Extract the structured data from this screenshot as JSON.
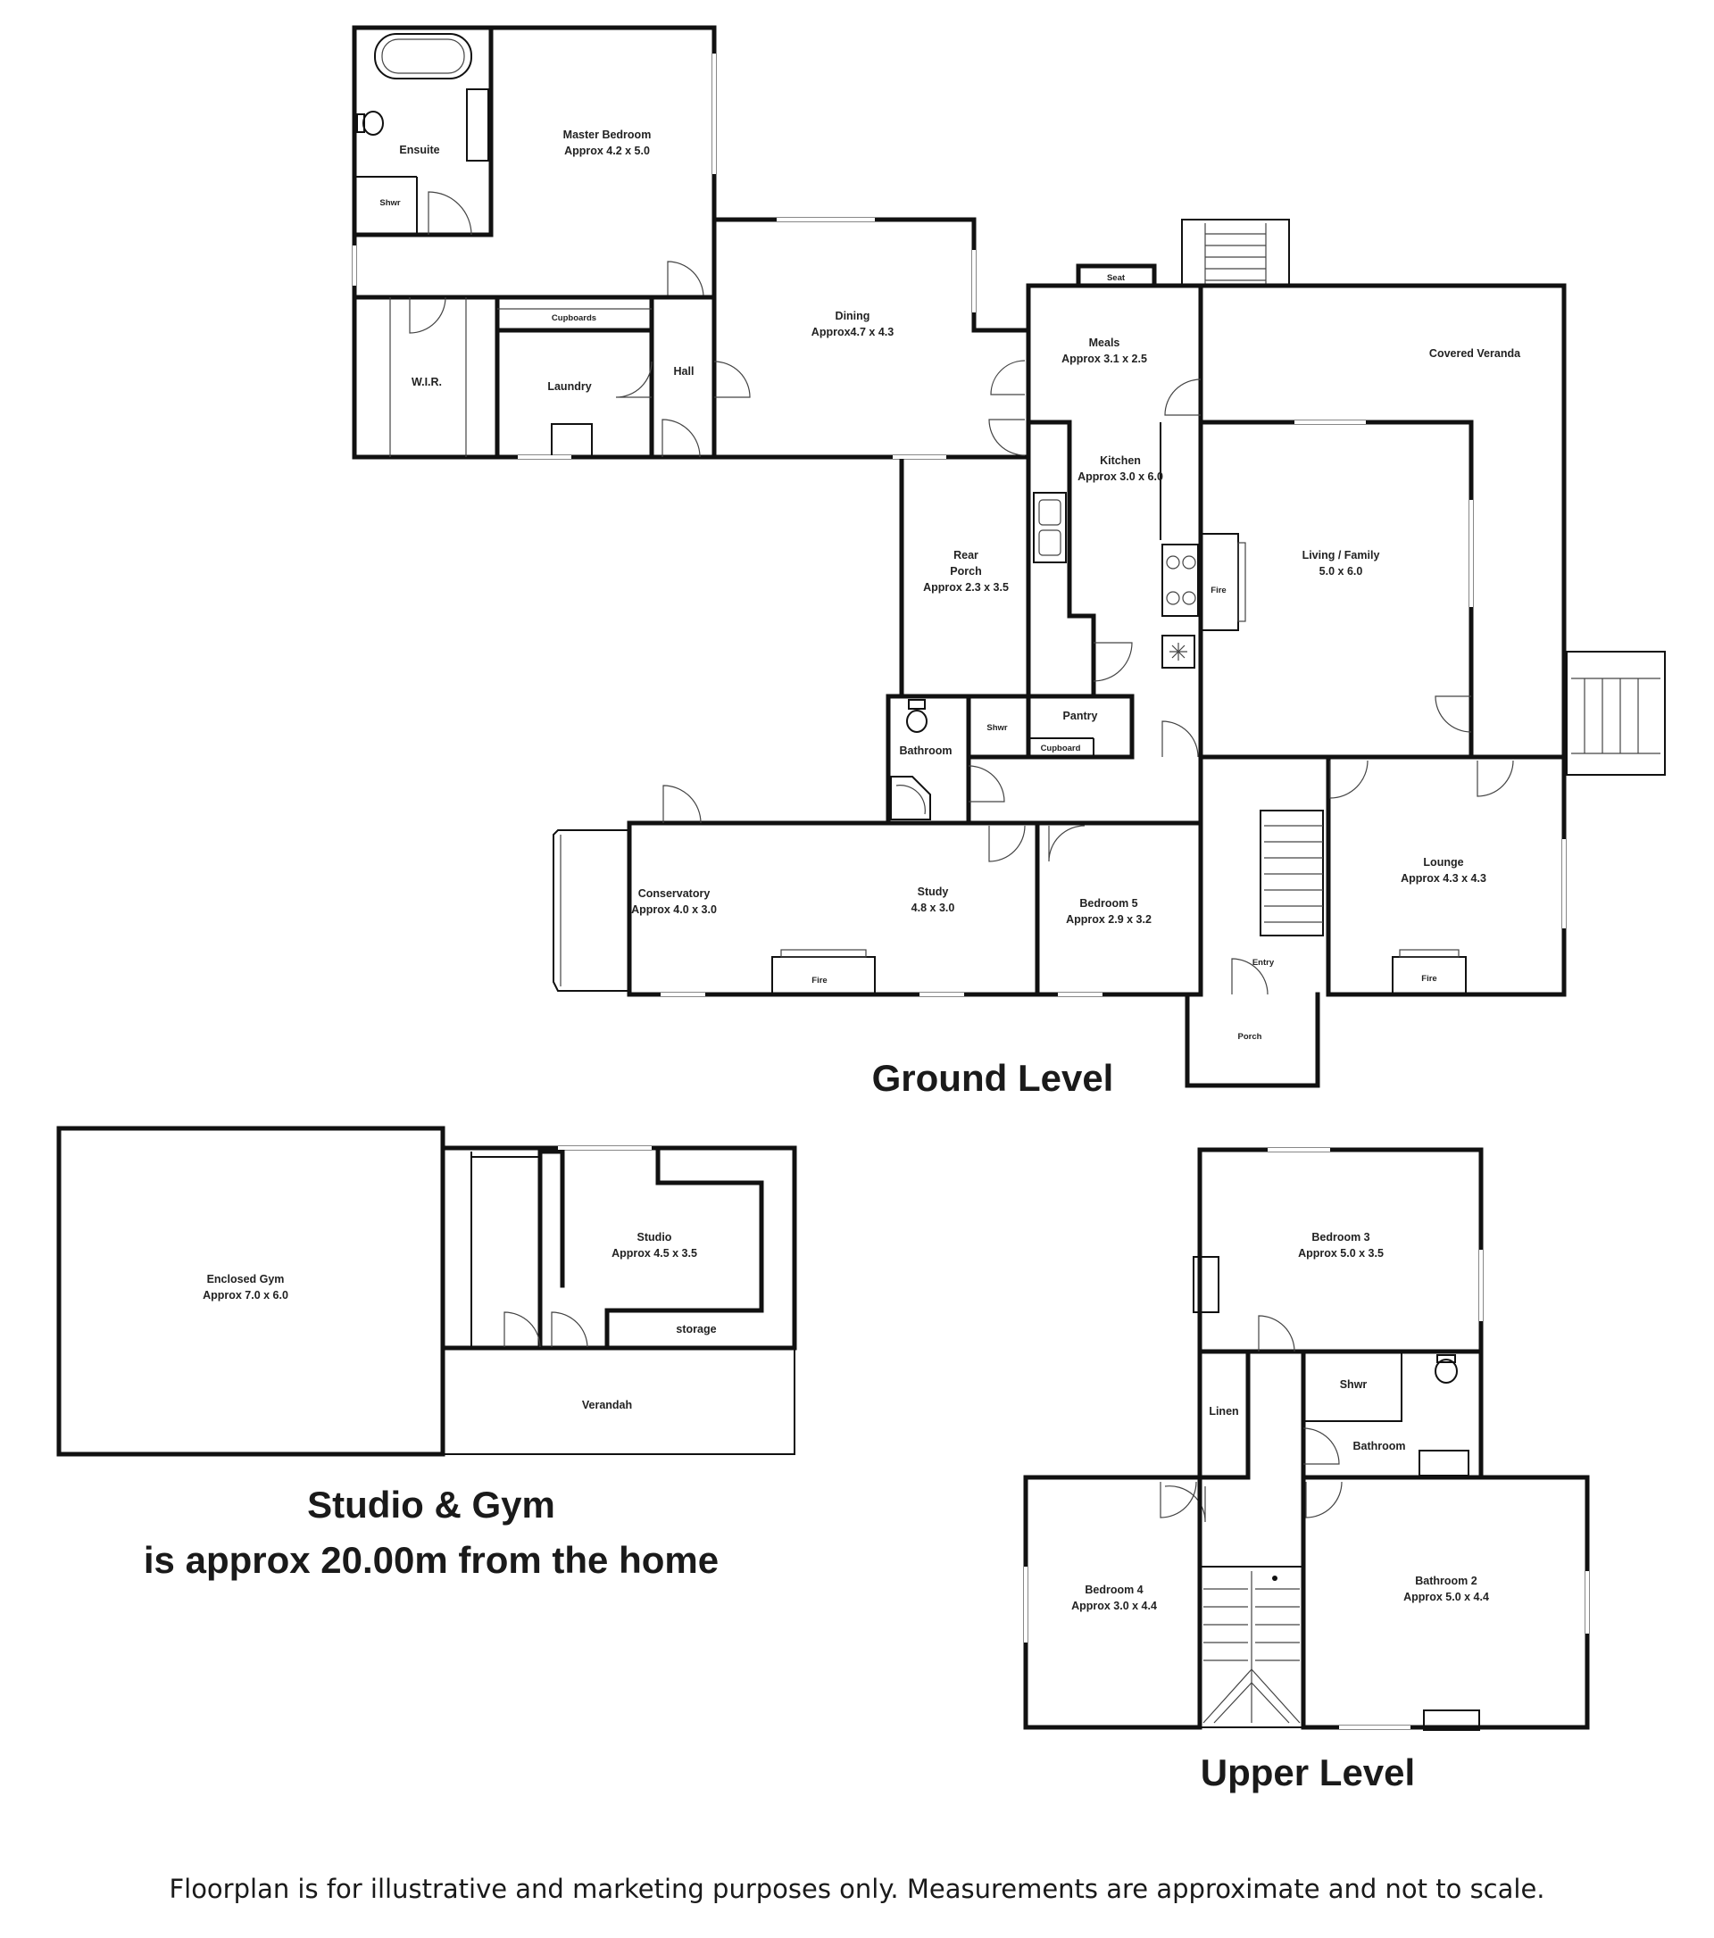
{
  "ground": {
    "heading": "Ground Level",
    "rooms": {
      "ensuite": "Ensuite",
      "shwr_top": "Shwr",
      "master_name": "Master Bedroom",
      "master_size": "Approx 4.2 x 5.0",
      "wir": "W.I.R.",
      "cupboards": "Cupboards",
      "laundry": "Laundry",
      "hall": "Hall",
      "dining_name": "Dining",
      "dining_size": "Approx4.7 x 4.3",
      "seat": "Seat",
      "meals_name": "Meals",
      "meals_size": "Approx 3.1 x 2.5",
      "veranda": "Covered Veranda",
      "kitchen_name": "Kitchen",
      "kitchen_size": "Approx 3.0 x 6.0",
      "rear_porch_1": "Rear",
      "rear_porch_2": "Porch",
      "rear_porch_size": "Approx 2.3 x 3.5",
      "living_name": "Living / Family",
      "living_size": "5.0 x 6.0",
      "fire_living": "Fire",
      "bathroom": "Bathroom",
      "shwr_mid": "Shwr",
      "pantry": "Pantry",
      "cupboard": "Cupboard",
      "conservatory_name": "Conservatory",
      "conservatory_size": "Approx 4.0 x 3.0",
      "study_name": "Study",
      "study_size": "4.8 x 3.0",
      "fire_study": "Fire",
      "bed5_name": "Bedroom 5",
      "bed5_size": "Approx 2.9 x 3.2",
      "entry": "Entry",
      "porch": "Porch",
      "lounge_name": "Lounge",
      "lounge_size": "Approx 4.3 x 4.3",
      "fire_lounge": "Fire"
    }
  },
  "studio": {
    "heading_line1": "Studio & Gym",
    "heading_line2": "is approx 20.00m from the home",
    "rooms": {
      "gym_name": "Enclosed Gym",
      "gym_size": "Approx 7.0 x 6.0",
      "studio_name": "Studio",
      "studio_size": "Approx 4.5 x 3.5",
      "storage": "storage",
      "verandah": "Verandah"
    }
  },
  "upper": {
    "heading": "Upper Level",
    "rooms": {
      "bed3_name": "Bedroom 3",
      "bed3_size": "Approx 5.0 x 3.5",
      "linen": "Linen",
      "shwr": "Shwr",
      "bathroom": "Bathroom",
      "bed4_name": "Bedroom 4",
      "bed4_size": "Approx 3.0 x 4.4",
      "bath2_name": "Bathroom 2",
      "bath2_size": "Approx 5.0 x 4.4"
    }
  },
  "footer": {
    "disclaimer": "Floorplan is for illustrative and marketing purposes only. Measurements are approximate and not to scale."
  }
}
